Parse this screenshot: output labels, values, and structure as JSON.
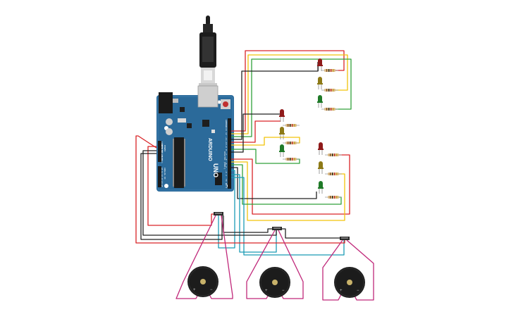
{
  "board": {
    "brand": "ARDUINO",
    "model": "UNO",
    "color": "#2b6a9a",
    "header_labels": [
      "AREF",
      "GND",
      "13",
      "12",
      "~11",
      "~10",
      "~9",
      "8",
      "7",
      "~6",
      "~5",
      "4",
      "~3",
      "2",
      "TX 1",
      "RX 0"
    ],
    "power_labels": [
      "IOREF",
      "RESET",
      "3.3V",
      "5V",
      "GND",
      "GND",
      "Vin"
    ],
    "analog_labels": [
      "A0",
      "A1",
      "A2",
      "A3",
      "A4",
      "A5"
    ],
    "digital_label": "DIGITAL (PWM~)",
    "power_label": "POWER",
    "analog_label": "ANALOG IN"
  },
  "buzzer_pins": {
    "plus": "+",
    "minus": "−"
  },
  "colors": {
    "red": "#d92427",
    "yellow": "#f2c40a",
    "green": "#31a13b",
    "black": "#222222",
    "teal": "#1b9bb5",
    "magenta": "#c0287a",
    "led_red": "#8f1a1a",
    "led_yellow": "#8d7a17",
    "led_green": "#1f7a28"
  }
}
